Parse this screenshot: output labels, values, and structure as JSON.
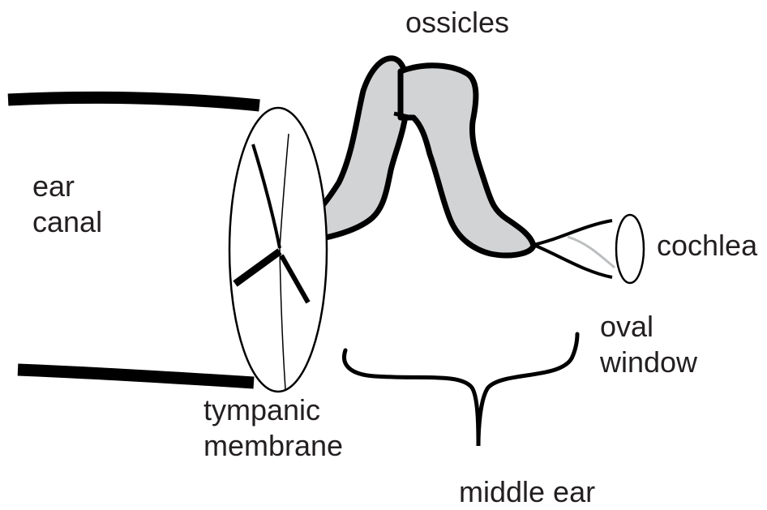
{
  "labels": {
    "ossicles": "ossicles",
    "ear_canal": [
      "ear",
      "canal"
    ],
    "cochlea": "cochlea",
    "oval_window": [
      "oval",
      "window"
    ],
    "tympanic_membrane": [
      "tympanic",
      "membrane"
    ],
    "middle_ear": "middle ear"
  },
  "colors": {
    "stroke": "#000000",
    "text": "#231f20",
    "ossicle_fill": "#d1d3d4",
    "background": "#ffffff"
  }
}
